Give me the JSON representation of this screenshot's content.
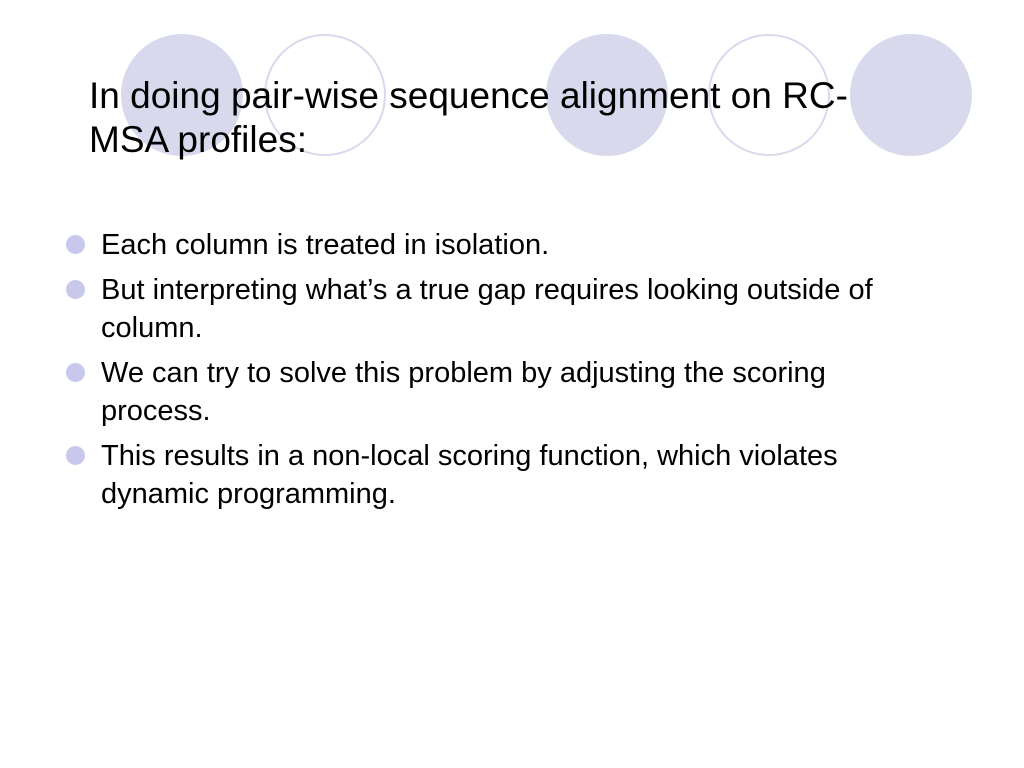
{
  "slide": {
    "title": "In doing pair-wise sequence alignment on RC-MSA profiles:",
    "bullets": [
      "Each column is treated in isolation.",
      "But interpreting what’s a true gap requires looking outside of column.",
      "We can try to solve this problem by adjusting the scoring process.",
      "This results in a non-local scoring function, which violates dynamic programming."
    ]
  },
  "colors": {
    "decor_circle": "#d9d9ee",
    "bullet_dot": "#c8c8ec",
    "text": "#000000",
    "background": "#ffffff"
  }
}
